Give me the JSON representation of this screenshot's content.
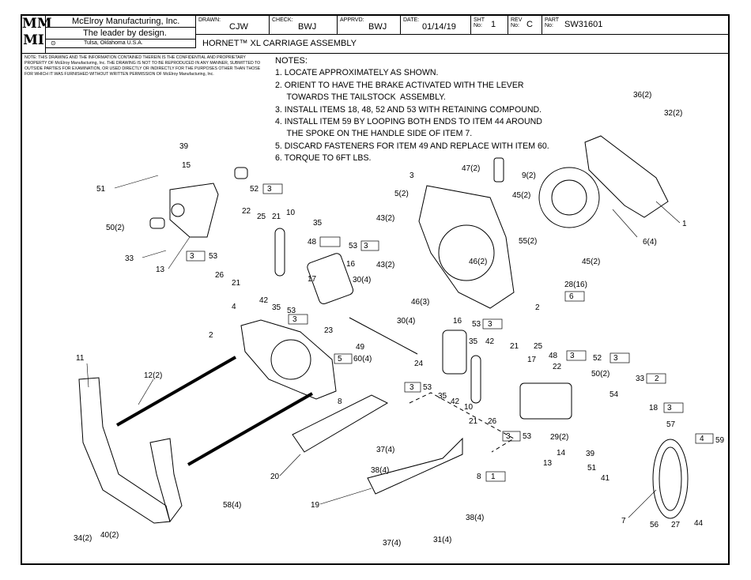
{
  "logo": {
    "line1": "MM",
    "line2": "MI"
  },
  "company": {
    "name": "McElroy Manufacturing, Inc.",
    "tagline": "The leader by design.",
    "location": "Tulsa, Oklahoma U.S.A."
  },
  "title_block": {
    "drawn_label": "DRAWN:",
    "drawn": "CJW",
    "check_label": "CHECK:",
    "check": "BWJ",
    "apprvd_label": "APPRVD:",
    "apprvd": "BWJ",
    "date_label": "DATE:",
    "date": "01/14/19",
    "sht_label": "SHT No:",
    "sht": "1",
    "rev_label": "REV No:",
    "rev": "C",
    "part_label": "PART No:",
    "part": "SW31601",
    "title": "HORNET™ XL CARRIAGE ASSEMBLY"
  },
  "confidential": "NOTE: THIS DRAWING AND THE INFORMATION CONTAINED THEREIN IS THE CONFIDENTIAL AND PROPRIETARY PROPERTY OF McElroy Manufacturing, Inc. THE DRAWING IS NOT TO BE REPRODUCED IN ANY MANNER, SUBMITTED TO OUTSIDE PARTIES FOR EXAMINATION, OR USED DIRECTLY OR INDIRECTLY FOR THE PURPOSES OTHER THAN THOSE FOR WHICH IT WAS FURNISHED WITHOUT WRITTEN PERMISSION OF McElroy Manufacturing, Inc.",
  "notes": {
    "title": "NOTES:",
    "items": [
      "1. LOCATE APPROXIMATELY AS SHOWN.",
      "2. ORIENT TO HAVE THE BRAKE ACTIVATED WITH THE LEVER",
      "     TOWARDS THE TAILSTOCK  ASSEMBLY.",
      "3. INSTALL ITEMS 18, 48, 52 AND 53 WITH RETAINING COMPOUND.",
      "4. INSTALL ITEM 59 BY LOOPING BOTH ENDS TO ITEM 44 AROUND",
      "     THE SPOKE ON THE HANDLE SIDE OF ITEM 7.",
      "5. DISCARD FASTENERS FOR ITEM 49 AND REPLACE WITH ITEM 60.",
      "6. TORQUE TO 6FT LBS."
    ]
  },
  "callouts": [
    "39",
    "15",
    "51",
    "52",
    "3",
    "50(2)",
    "22",
    "25",
    "21",
    "10",
    "35",
    "33",
    "13",
    "3",
    "53",
    "48",
    "53",
    "3",
    "16",
    "26",
    "21",
    "30(4)",
    "17",
    "42",
    "35",
    "53",
    "3",
    "4",
    "47(2)",
    "9(2)",
    "3",
    "5(2)",
    "45(2)",
    "43(2)",
    "55(2)",
    "46(2)",
    "45(2)",
    "43(2)",
    "28(16)",
    "6",
    "46(3)",
    "2",
    "36(2)",
    "32(2)",
    "6(4)",
    "1",
    "2",
    "23",
    "49",
    "5",
    "60(4)",
    "11",
    "12(2)",
    "30(4)",
    "16",
    "53",
    "3",
    "35",
    "42",
    "21",
    "25",
    "48",
    "3",
    "17",
    "52",
    "3",
    "22",
    "50(2)",
    "24",
    "33",
    "2",
    "3",
    "53",
    "35",
    "42",
    "10",
    "21",
    "26",
    "3",
    "53",
    "54",
    "13",
    "8",
    "18",
    "3",
    "29(2)",
    "14",
    "57",
    "39",
    "51",
    "41",
    "4",
    "59",
    "20",
    "37(4)",
    "38(4)",
    "8",
    "1",
    "19",
    "7",
    "56",
    "27",
    "44",
    "38(4)",
    "58(4)",
    "34(2)",
    "40(2)",
    "37(4)",
    "31(4)"
  ]
}
